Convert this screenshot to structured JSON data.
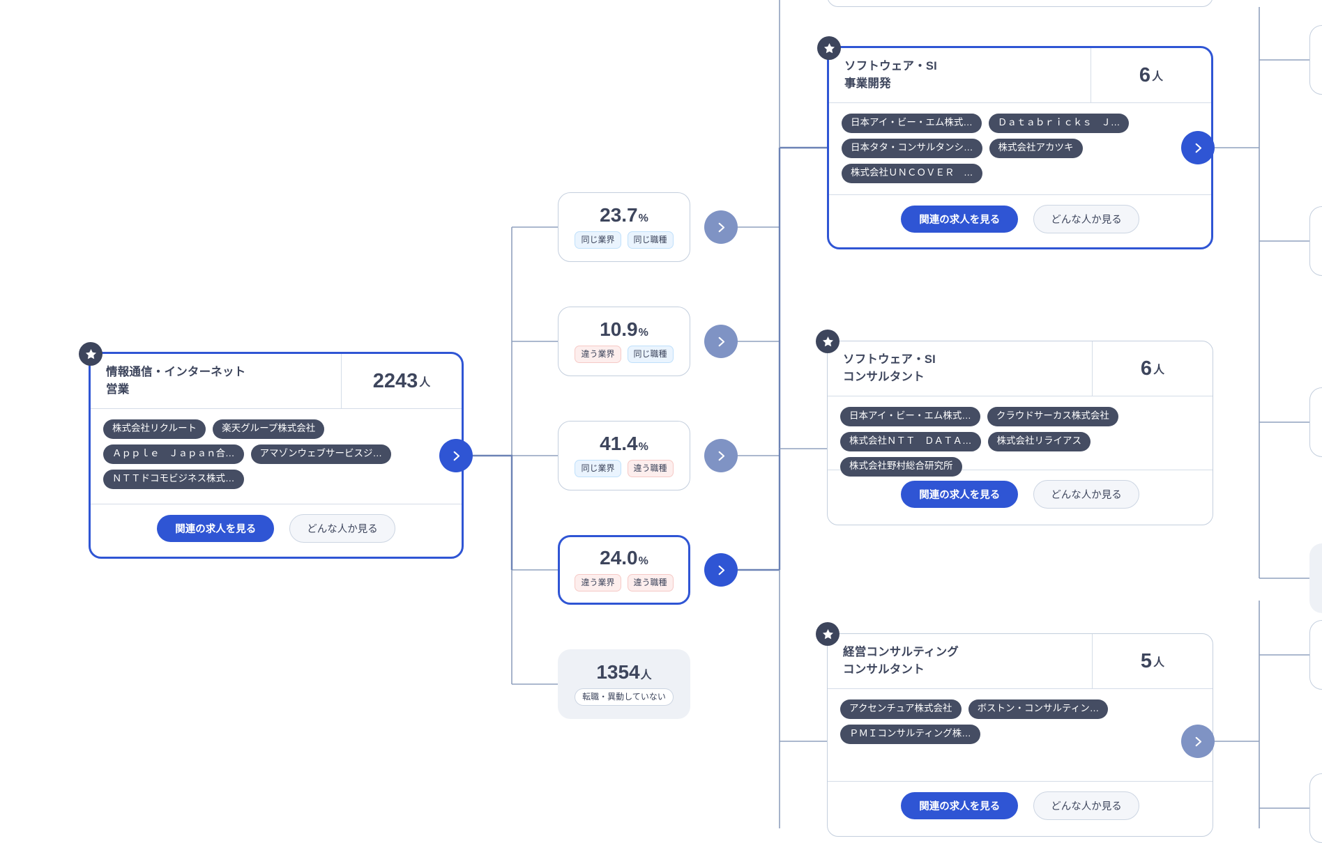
{
  "theme": {
    "accent": "#2f55d4",
    "accent_muted": "#7f93c4",
    "text": "#3d455c",
    "chip_bg": "#454d63",
    "same_tag_bg": "#eaf4fe",
    "diff_tag_bg": "#fdeeed",
    "stay_bg": "#eef1f6",
    "border": "#c3cedd"
  },
  "labels": {
    "unit_people": "人",
    "unit_percent": "%",
    "primary_button": "関連の求人を見る",
    "secondary_button": "どんな人か見る",
    "chevron_icon": "chevron-right-icon",
    "star_icon": "star-icon"
  },
  "source_node": {
    "industry": "情報通信・インターネット",
    "occupation": "営業",
    "count": "2243",
    "unit": "人",
    "starred": true,
    "selected": true,
    "companies": [
      "株式会社リクルート",
      "楽天グループ株式会社",
      "Ａｐｐｌｅ　Ｊａｐａｎ合…",
      "アマゾンウェブサービスジ…",
      "ＮＴＴドコモビジネス株式…"
    ],
    "primary_button": "関連の求人を見る",
    "secondary_button": "どんな人か見る"
  },
  "transition_rates": [
    {
      "value": "23.7",
      "unit": "%",
      "tags": [
        {
          "text": "同じ業界",
          "kind": "same"
        },
        {
          "text": "同じ職種",
          "kind": "same"
        }
      ],
      "selected": false
    },
    {
      "value": "10.9",
      "unit": "%",
      "tags": [
        {
          "text": "違う業界",
          "kind": "diff"
        },
        {
          "text": "同じ職種",
          "kind": "same"
        }
      ],
      "selected": false
    },
    {
      "value": "41.4",
      "unit": "%",
      "tags": [
        {
          "text": "同じ業界",
          "kind": "same"
        },
        {
          "text": "違う職種",
          "kind": "diff"
        }
      ],
      "selected": false
    },
    {
      "value": "24.0",
      "unit": "%",
      "tags": [
        {
          "text": "違う業界",
          "kind": "diff"
        },
        {
          "text": "違う職種",
          "kind": "diff"
        }
      ],
      "selected": true
    }
  ],
  "stay_node": {
    "count": "1354",
    "unit": "人",
    "tag": "転職・異動していない"
  },
  "destination_nodes": [
    {
      "industry": "ソフトウェア・SI",
      "occupation": "事業開発",
      "count": "6",
      "unit": "人",
      "starred": true,
      "selected": true,
      "companies": [
        "日本アイ・ビー・エム株式…",
        "Ｄａｔａｂｒｉｃｋｓ　Ｊ…",
        "日本タタ・コンサルタンシ…",
        "株式会社アカツキ",
        "株式会社ＵＮＣＯＶＥＲ　…"
      ],
      "primary_button": "関連の求人を見る",
      "secondary_button": "どんな人か見る",
      "chevron_active": true
    },
    {
      "industry": "ソフトウェア・SI",
      "occupation": "コンサルタント",
      "count": "6",
      "unit": "人",
      "starred": true,
      "selected": false,
      "companies": [
        "日本アイ・ビー・エム株式…",
        "クラウドサーカス株式会社",
        "株式会社ＮＴＴ　ＤＡＴＡ…",
        "株式会社リライアス",
        "株式会社野村総合研究所"
      ],
      "primary_button": "関連の求人を見る",
      "secondary_button": "どんな人か見る",
      "chevron_active": false
    },
    {
      "industry": "経営コンサルティング",
      "occupation": "コンサルタント",
      "count": "5",
      "unit": "人",
      "starred": true,
      "selected": false,
      "companies": [
        "アクセンチュア株式会社",
        "ボストン・コンサルティン…",
        "ＰＭＩコンサルティング株…"
      ],
      "primary_button": "関連の求人を見る",
      "secondary_button": "どんな人か見る",
      "chevron_active": false
    }
  ]
}
